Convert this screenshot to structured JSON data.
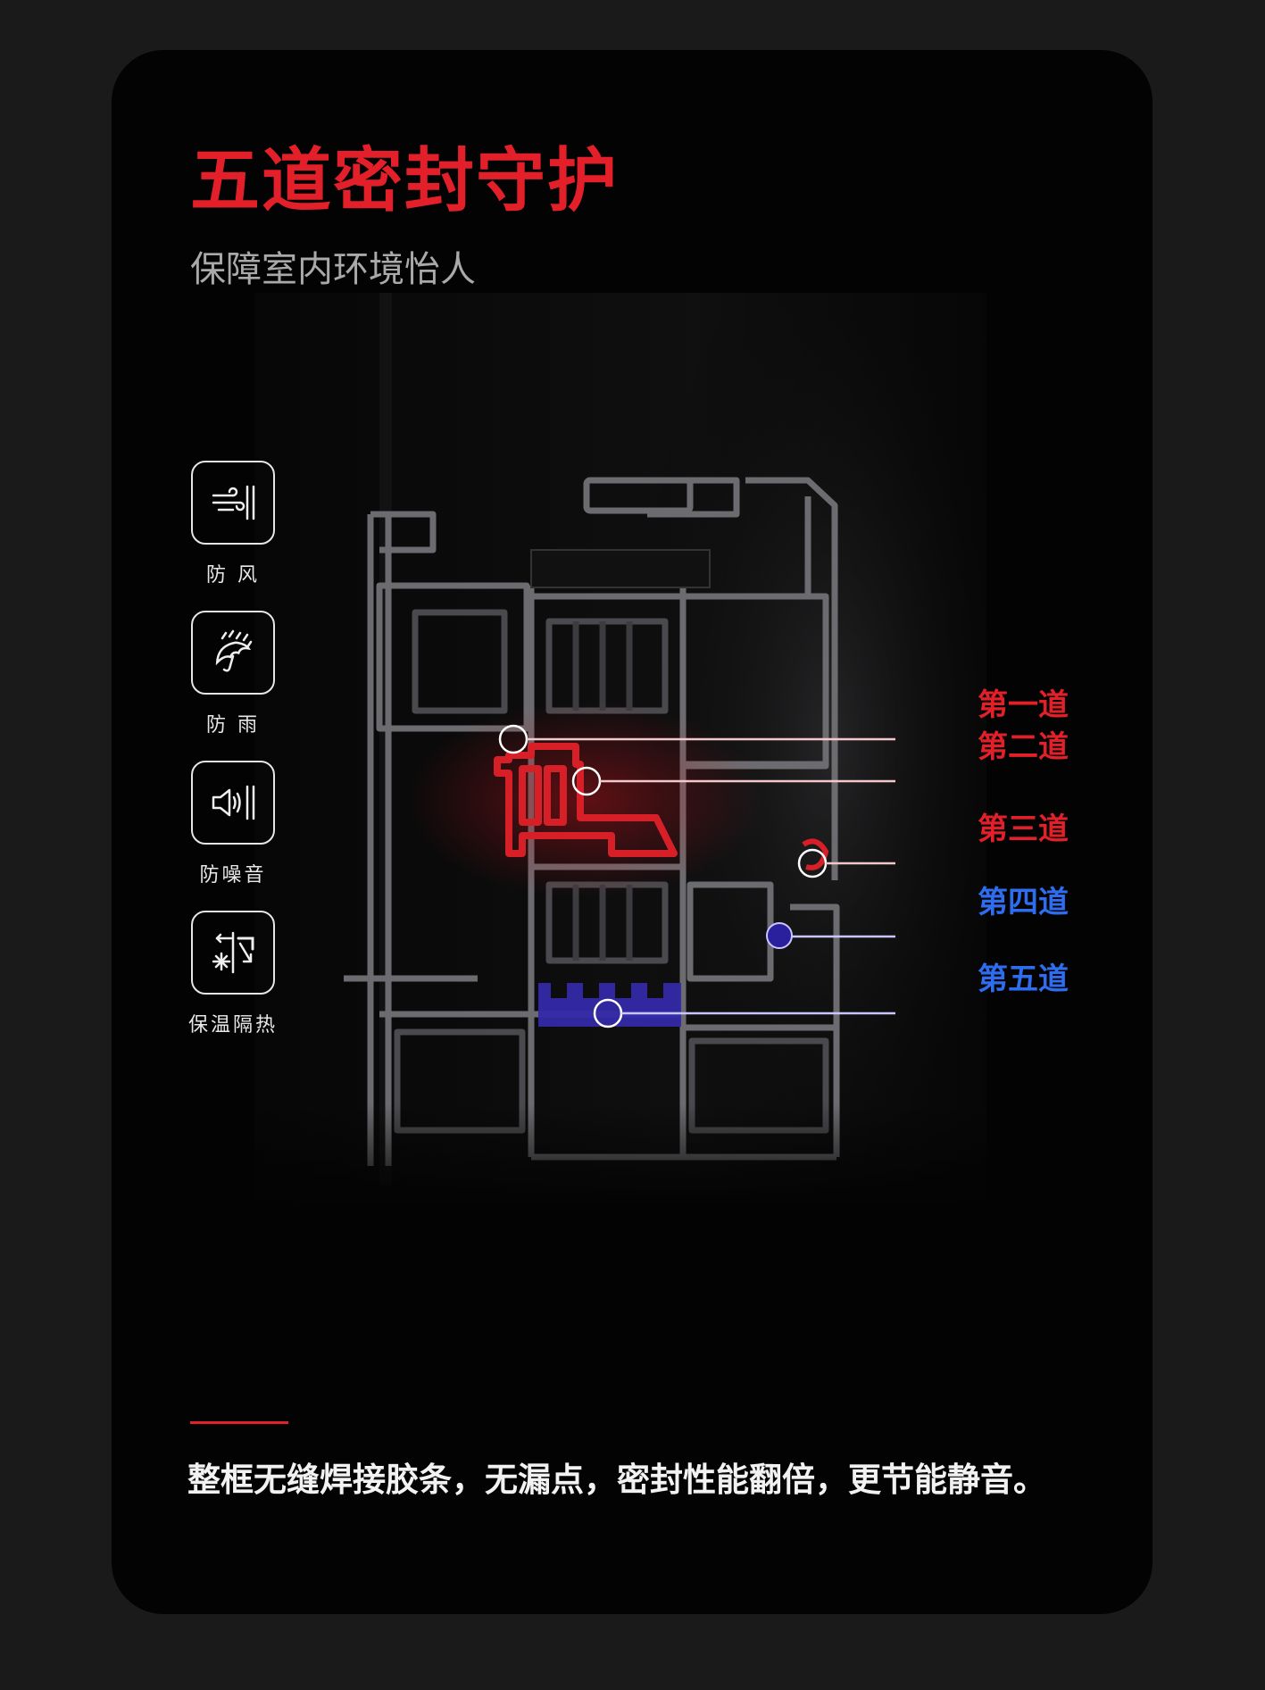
{
  "title": "五道密封守护",
  "subtitle": "保障室内环境怡人",
  "features": [
    {
      "label": "防 风",
      "icon": "wind-icon"
    },
    {
      "label": "防 雨",
      "icon": "umbrella-rain-icon"
    },
    {
      "label": "防噪音",
      "icon": "speaker-sound-icon"
    },
    {
      "label": "保温隔热",
      "icon": "snowflake-insulation-icon"
    }
  ],
  "seals": [
    {
      "label": "第一道",
      "color": "#e3202a"
    },
    {
      "label": "第二道",
      "color": "#e3202a"
    },
    {
      "label": "第三道",
      "color": "#e3202a"
    },
    {
      "label": "第四道",
      "color": "#2f6df0"
    },
    {
      "label": "第五道",
      "color": "#2f6df0"
    }
  ],
  "caption": "整框无缝焊接胶条，无漏点，密封性能翻倍，更节能静音。",
  "colors": {
    "accent_red": "#e3202a",
    "accent_blue": "#2f6df0",
    "background": "#030303"
  }
}
